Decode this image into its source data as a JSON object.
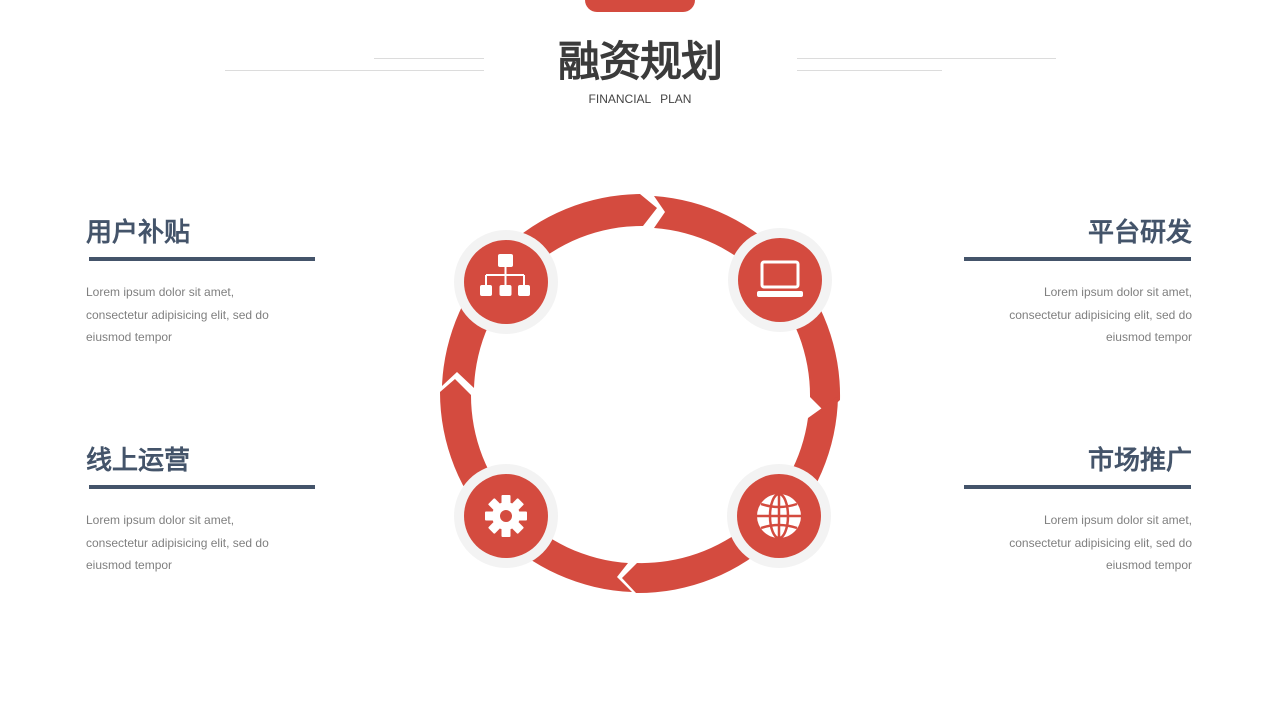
{
  "header": {
    "title": "融资规划",
    "subtitle": "FINANCIAL PLAN"
  },
  "colors": {
    "accent": "#d44b3f",
    "heading": "#44546a",
    "body_text": "#7f7f7f",
    "halo": "#f3f3f3"
  },
  "blocks": {
    "top_left": {
      "title": "用户补贴",
      "lines": [
        "Lorem ipsum dolor sit amet,",
        "consectetur adipisicing elit, sed do",
        "eiusmod tempor"
      ]
    },
    "top_right": {
      "title": "平台研发",
      "lines": [
        "Lorem ipsum dolor sit amet,",
        "consectetur adipisicing elit, sed do",
        "eiusmod tempor"
      ]
    },
    "bottom_left": {
      "title": "线上运营",
      "lines": [
        "Lorem ipsum dolor sit amet,",
        "consectetur adipisicing elit, sed do",
        "eiusmod tempor"
      ]
    },
    "bottom_right": {
      "title": "市场推广",
      "lines": [
        "Lorem ipsum dolor sit amet,",
        "consectetur adipisicing elit, sed do",
        "eiusmod tempor"
      ]
    }
  },
  "cycle": {
    "nodes": [
      {
        "icon": "org-chart-icon"
      },
      {
        "icon": "laptop-icon"
      },
      {
        "icon": "globe-icon"
      },
      {
        "icon": "gear-icon"
      }
    ]
  }
}
